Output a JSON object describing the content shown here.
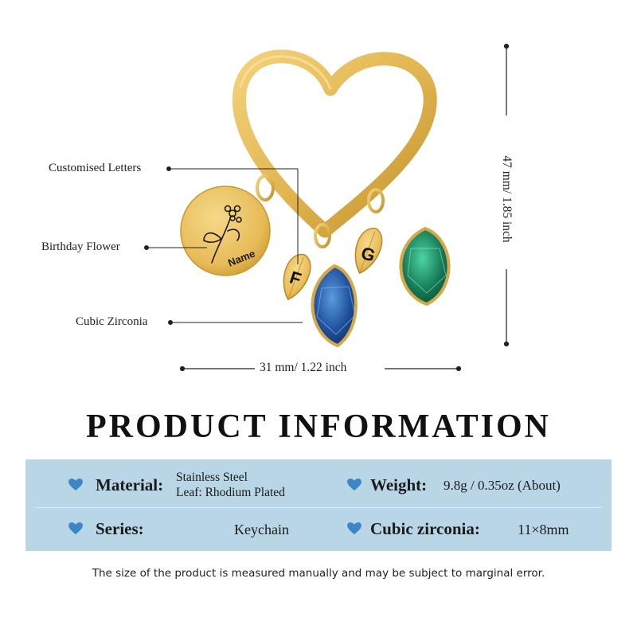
{
  "callouts": {
    "letters": "Customised Letters",
    "flower": "Birthday Flower",
    "zirconia": "Cubic Zirconia"
  },
  "pendant": {
    "engraving": "Name",
    "letter_1": "F",
    "letter_2": "G"
  },
  "dimensions": {
    "height": "47 mm/ 1.85 inch",
    "width": "31 mm/ 1.22 inch"
  },
  "section_title": "PRODUCT INFORMATION",
  "info": {
    "material": {
      "key": "Material:",
      "line1": "Stainless Steel",
      "line2": "Leaf: Rhodium Plated"
    },
    "weight": {
      "key": "Weight:",
      "value": "9.8g /  0.35oz (About)"
    },
    "series": {
      "key": "Series:",
      "value": "Keychain"
    },
    "zirconia": {
      "key": "Cubic zirconia:",
      "value": "11×8mm"
    }
  },
  "disclaimer": "The size of the product is measured manually and may be subject to marginal error.",
  "colors": {
    "gold": "#e2b650",
    "gold_dark": "#b98a2a",
    "blue_gem": "#1e4f9a",
    "green_gem": "#147a55",
    "panel": "#b9d6e6",
    "heart_icon": "#3b86c4"
  }
}
